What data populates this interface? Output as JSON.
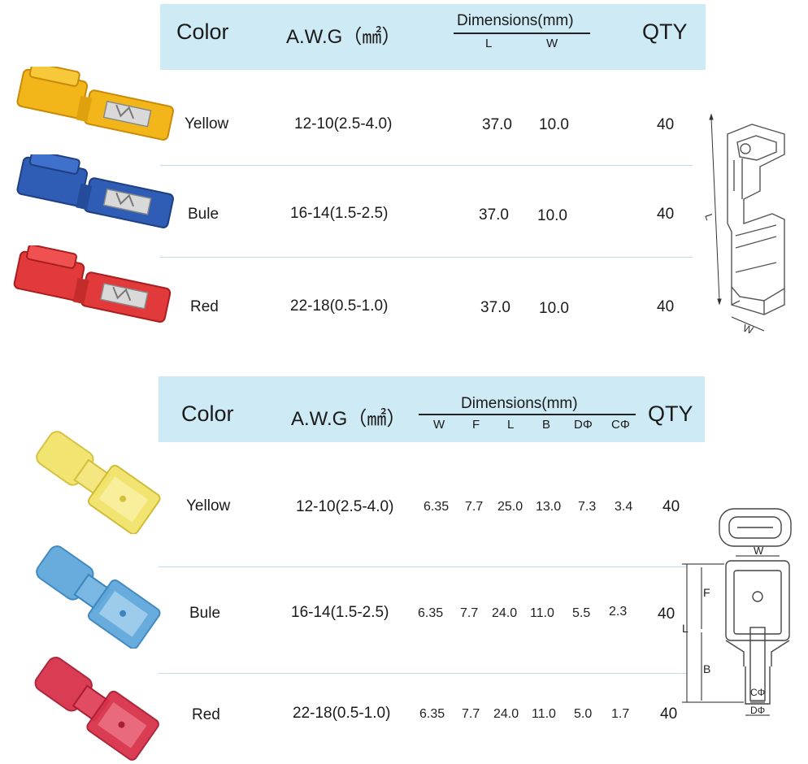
{
  "table1": {
    "headers": {
      "color": "Color",
      "awg": "A.W.G（㎟）",
      "dimensions": "Dimensions(mm)",
      "qty": "QTY"
    },
    "dim_columns": [
      "L",
      "W"
    ],
    "rows": [
      {
        "color": "Yellow",
        "awg": "12-10(2.5-4.0)",
        "L": "37.0",
        "W": "10.0",
        "qty": "40"
      },
      {
        "color": "Bule",
        "awg": "16-14(1.5-2.5)",
        "L": "37.0",
        "W": "10.0",
        "qty": "40"
      },
      {
        "color": "Red",
        "awg": "22-18(0.5-1.0)",
        "L": "37.0",
        "W": "10.0",
        "qty": "40"
      }
    ],
    "diagram_labels": {
      "length": "L",
      "width": "W"
    }
  },
  "table2": {
    "headers": {
      "color": "Color",
      "awg": "A.W.G（㎟）",
      "dimensions": "Dimensions(mm)",
      "qty": "QTY"
    },
    "dim_columns": [
      "W",
      "F",
      "L",
      "B",
      "DΦ",
      "CΦ"
    ],
    "rows": [
      {
        "color": "Yellow",
        "awg": "12-10(2.5-4.0)",
        "dims": [
          "6.35",
          "7.7",
          "25.0",
          "13.0",
          "7.3",
          "3.4"
        ],
        "qty": "40"
      },
      {
        "color": "Bule",
        "awg": "16-14(1.5-2.5)",
        "dims": [
          "6.35",
          "7.7",
          "24.0",
          "11.0",
          "5.5",
          "2.3"
        ],
        "qty": "40"
      },
      {
        "color": "Red",
        "awg": "22-18(0.5-1.0)",
        "dims": [
          "6.35",
          "7.7",
          "24.0",
          "11.0",
          "5.0",
          "1.7"
        ],
        "qty": "40"
      }
    ],
    "diagram_labels": {
      "w": "W",
      "f": "F",
      "l": "L",
      "b": "B",
      "c": "CΦ",
      "d": "DΦ"
    }
  },
  "colors": {
    "header_bg": "#cdeaf5",
    "yellow": "#f2b51a",
    "blue": "#2f5db5",
    "red": "#e23a3a",
    "nylon_yellow": "#f1e36a",
    "nylon_blue": "#5fa8dc",
    "nylon_red": "#d8324a"
  }
}
